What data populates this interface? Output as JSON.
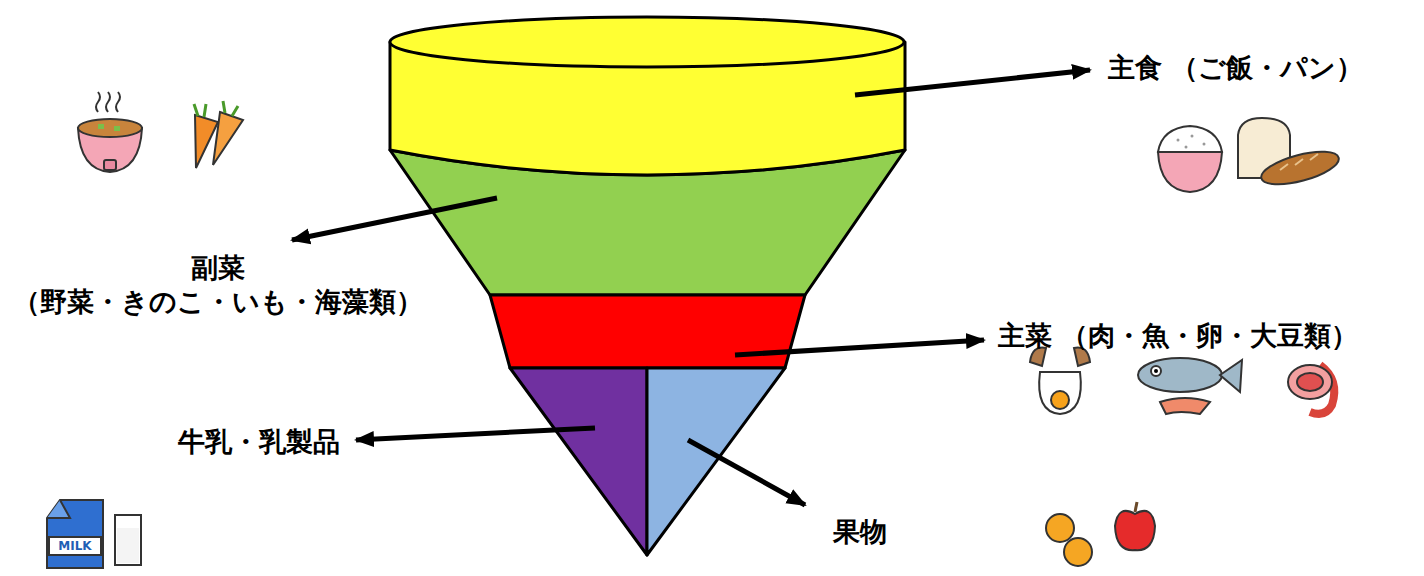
{
  "diagram": {
    "labels": [
      "主食 （ご飯・パン）",
      "副菜",
      "（野菜・きのこ・いも・海藻類）",
      "主菜 （肉・魚・卵・大豆類）",
      "牛乳・乳製品",
      "果物",
      "MILK"
    ]
  }
}
